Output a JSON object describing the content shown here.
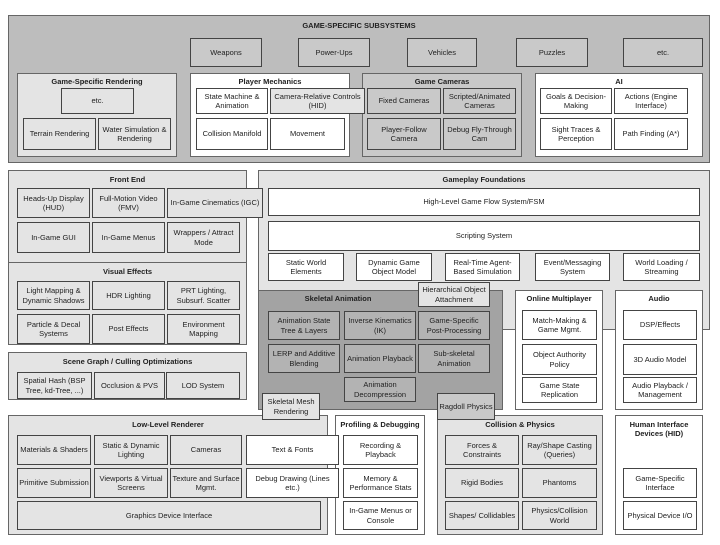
{
  "game_specific": {
    "title": "GAME-SPECIFIC SUBSYSTEMS",
    "items": [
      "Weapons",
      "Power-Ups",
      "Vehicles",
      "Puzzles",
      "etc."
    ]
  },
  "gs_rendering": {
    "title": "Game-Specific Rendering",
    "items": [
      "etc.",
      "Terrain Rendering",
      "Water Simulation & Rendering"
    ]
  },
  "player_mechanics": {
    "title": "Player Mechanics",
    "items": [
      "State Machine & Animation",
      "Camera-Relative Controls (HID)",
      "Collision Manifold",
      "Movement"
    ]
  },
  "game_cameras": {
    "title": "Game Cameras",
    "items": [
      "Fixed Cameras",
      "Scripted/Animated Cameras",
      "Player-Follow Camera",
      "Debug Fly-Through Cam"
    ]
  },
  "ai": {
    "title": "AI",
    "items": [
      "Goals & Decision-Making",
      "Actions (Engine Interface)",
      "Sight Traces & Perception",
      "Path Finding (A*)"
    ]
  },
  "front_end": {
    "title": "Front End",
    "items": [
      "Heads-Up Display (HUD)",
      "Full-Motion Video (FMV)",
      "In-Game Cinematics (IGC)",
      "In-Game GUI",
      "In-Game Menus",
      "Wrappers / Attract Mode"
    ]
  },
  "gameplay": {
    "title": "Gameplay Foundations",
    "items": [
      "High-Level Game Flow System/FSM",
      "Scripting System",
      "Static World Elements",
      "Dynamic Game Object Model",
      "Real-Time Agent-Based Simulation",
      "Event/Messaging System",
      "World Loading / Streaming"
    ]
  },
  "visual_effects": {
    "title": "Visual Effects",
    "items": [
      "Light Mapping & Dynamic Shadows",
      "HDR Lighting",
      "PRT Lighting, Subsurf. Scatter",
      "Particle & Decal Systems",
      "Post Effects",
      "Environment Mapping"
    ]
  },
  "scene_graph": {
    "title": "Scene Graph / Culling Optimizations",
    "items": [
      "Spatial Hash (BSP Tree, kd-Tree, ...)",
      "Occlusion & PVS",
      "LOD System"
    ]
  },
  "skeletal": {
    "title": "Skeletal Animation",
    "items": [
      "Animation State Tree & Layers",
      "Inverse Kinematics (IK)",
      "Game-Specific Post-Processing",
      "LERP and Additive Blending",
      "Animation Playback",
      "Sub-skeletal Animation",
      "Animation Decompression"
    ],
    "hierarchical": "Hierarchical Object Attachment",
    "mesh_rendering": "Skeletal Mesh Rendering",
    "ragdoll": "Ragdoll Physics"
  },
  "online": {
    "title": "Online Multiplayer",
    "items": [
      "Match-Making & Game Mgmt.",
      "Object Authority Policy",
      "Game State Replication"
    ]
  },
  "audio": {
    "title": "Audio",
    "items": [
      "DSP/Effects",
      "3D Audio Model",
      "Audio Playback / Management"
    ]
  },
  "low_level": {
    "title": "Low-Level Renderer",
    "items": [
      "Materials & Shaders",
      "Static & Dynamic Lighting",
      "Cameras",
      "Text & Fonts",
      "Primitive Submission",
      "Viewports & Virtual Screens",
      "Texture and Surface Mgmt.",
      "Debug Drawing (Lines etc.)",
      "Graphics Device Interface"
    ]
  },
  "profiling": {
    "title": "Profiling & Debugging",
    "items": [
      "Recording & Playback",
      "Memory & Performance Stats",
      "In-Game Menus or Console"
    ]
  },
  "collision": {
    "title": "Collision & Physics",
    "items": [
      "Forces & Constraints",
      "Ray/Shape Casting (Queries)",
      "Rigid Bodies",
      "Phantoms",
      "Shapes/ Collidables",
      "Physics/Collision World"
    ]
  },
  "hid": {
    "title": "Human Interface Devices (HID)",
    "items": [
      "Game-Specific Interface",
      "Physical Device I/O"
    ]
  }
}
